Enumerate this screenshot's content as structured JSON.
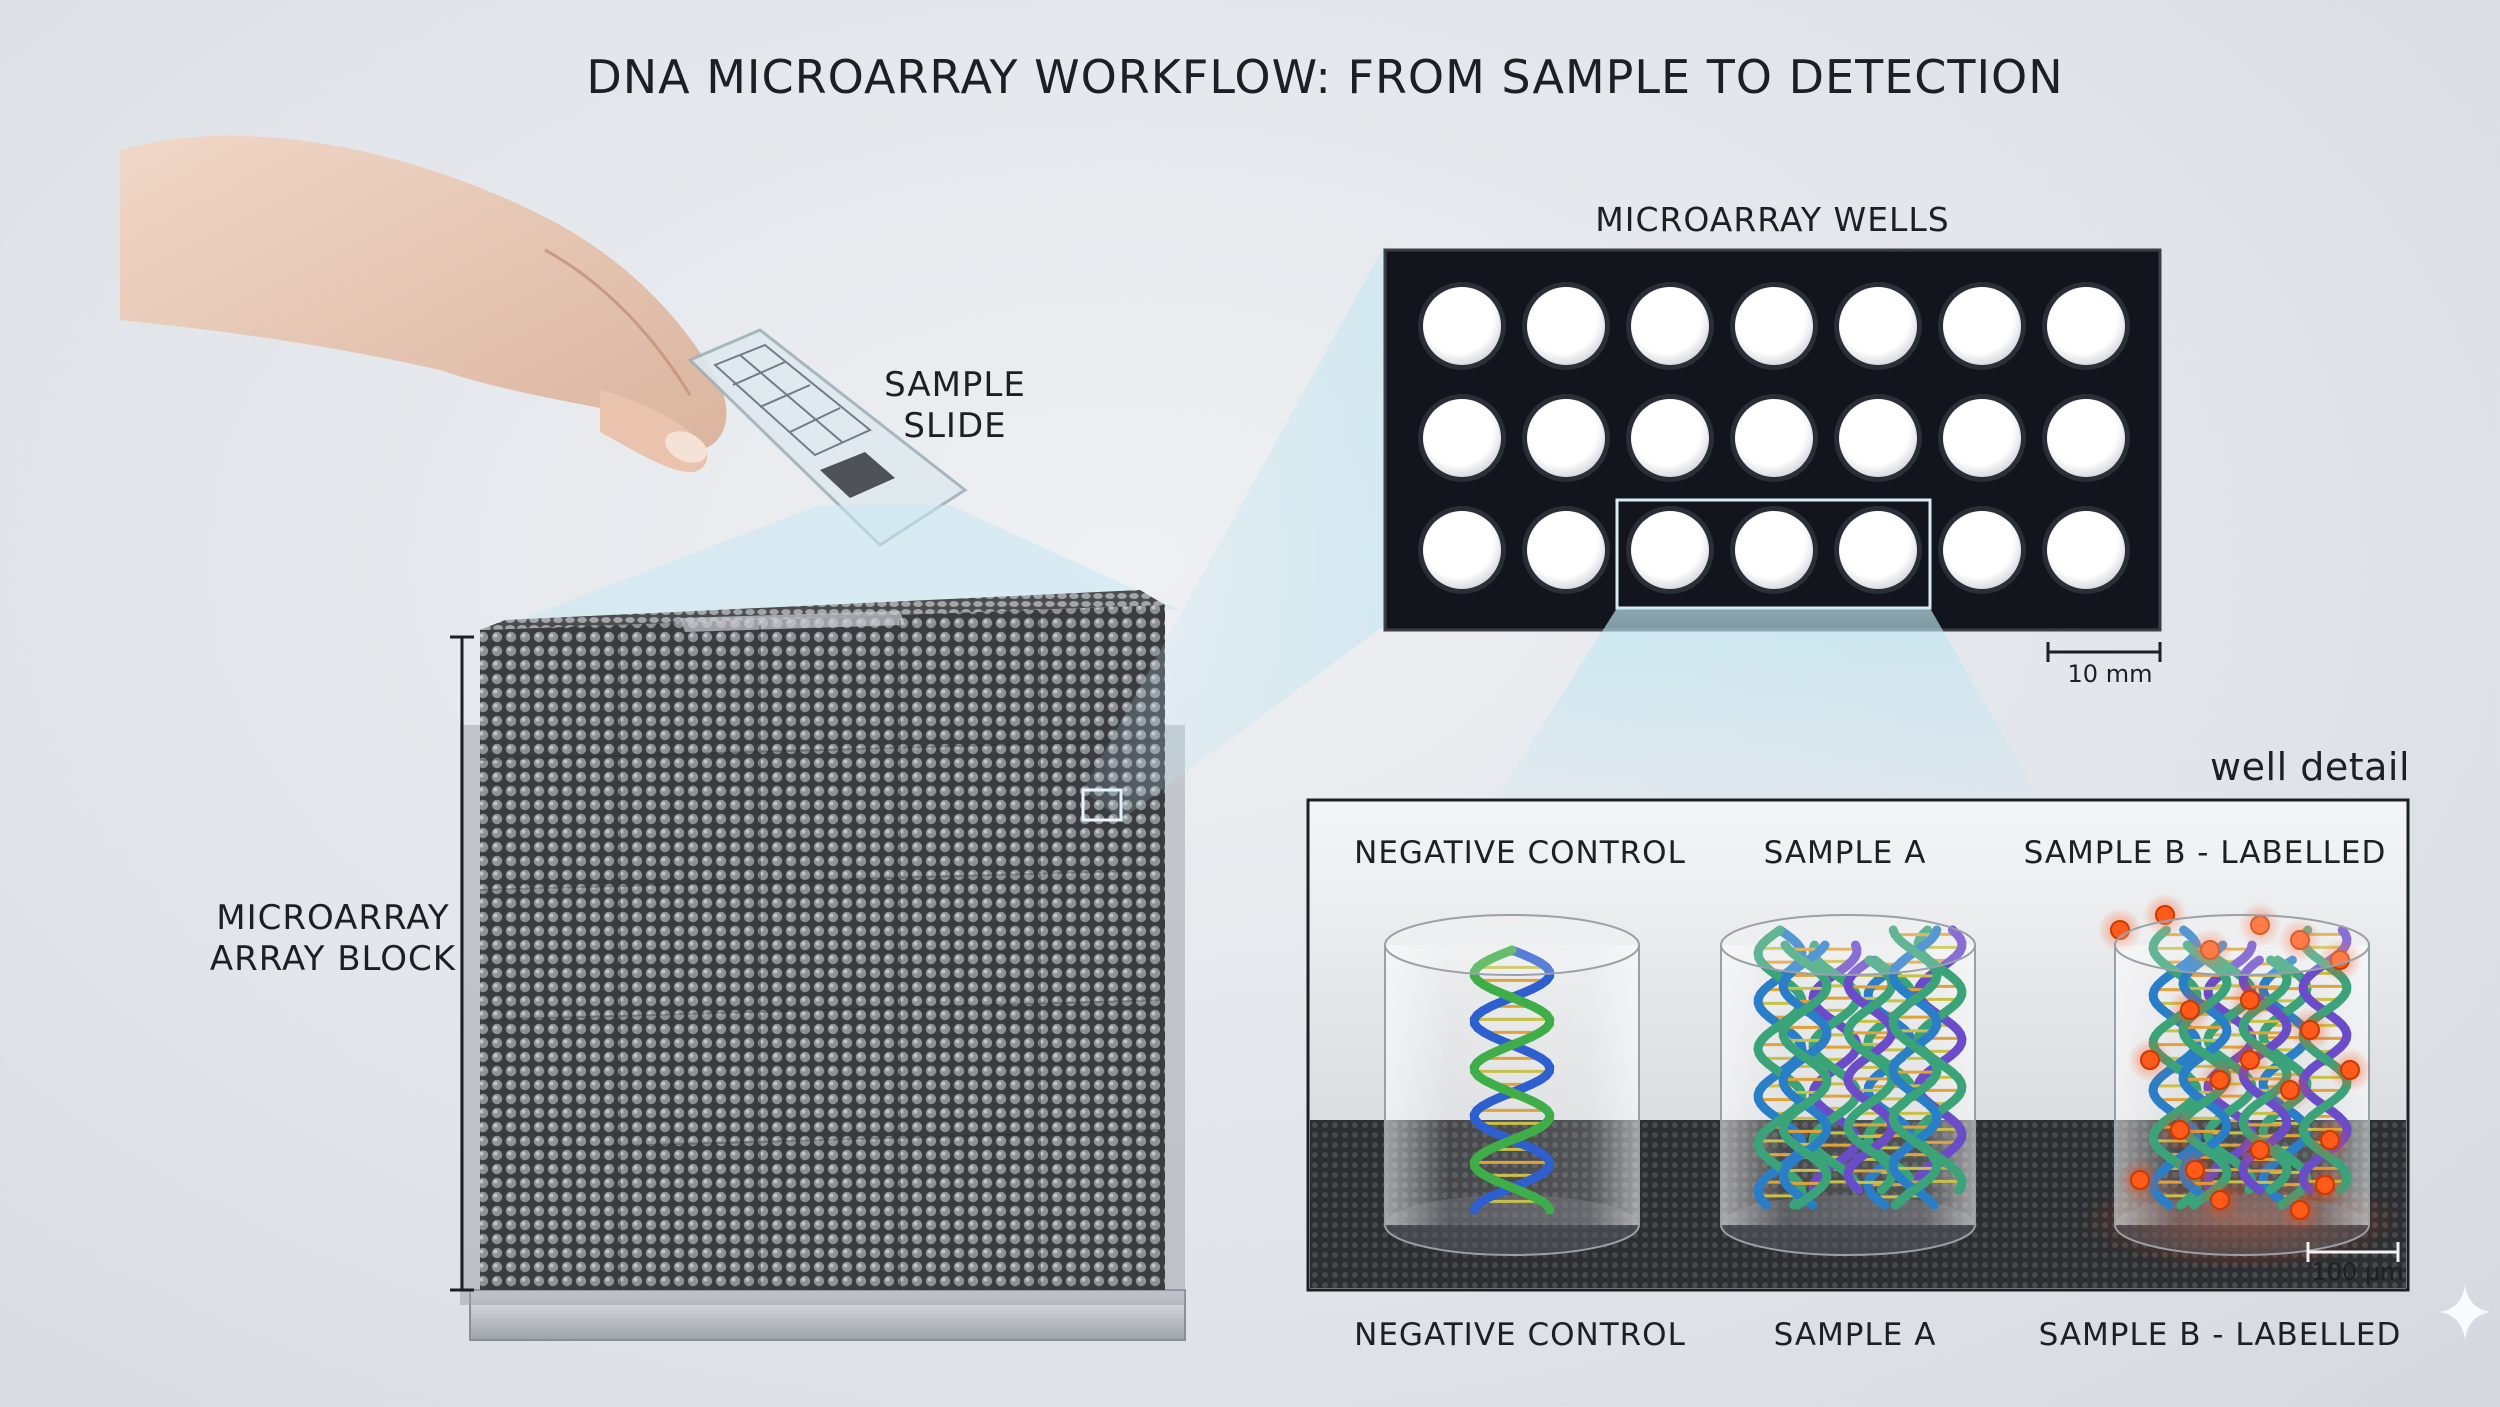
{
  "title": "DNA MICROARRAY WORKFLOW: FROM SAMPLE TO DETECTION",
  "sample_slide": {
    "line1": "SAMPLE",
    "line2": "SLIDE"
  },
  "array_block": {
    "line1": "MICROARRAY",
    "line2": "ARRAY BLOCK"
  },
  "wells_panel": {
    "title": "MICROARRAY WELLS",
    "rows": 3,
    "columns": 7,
    "scale": "10 mm"
  },
  "well_detail": {
    "title": "well detail",
    "columns": [
      {
        "top_label": "NEGATIVE CONTROL",
        "bottom_label": "NEGATIVE CONTROL"
      },
      {
        "top_label": "SAMPLE A",
        "bottom_label": "SAMPLE A"
      },
      {
        "top_label": "SAMPLE B - LABELLED",
        "bottom_label": "SAMPLE B - LABELLED"
      }
    ],
    "scale": "100 µm"
  },
  "colors": {
    "background": "#e4e7eb",
    "wells_panel": "#12151b",
    "well": "#ffffff",
    "highlight": "#c9e8f2",
    "dna_blue": "#2e5fcf",
    "dna_green": "#3fae49",
    "label_orange": "#ff5a1a"
  }
}
